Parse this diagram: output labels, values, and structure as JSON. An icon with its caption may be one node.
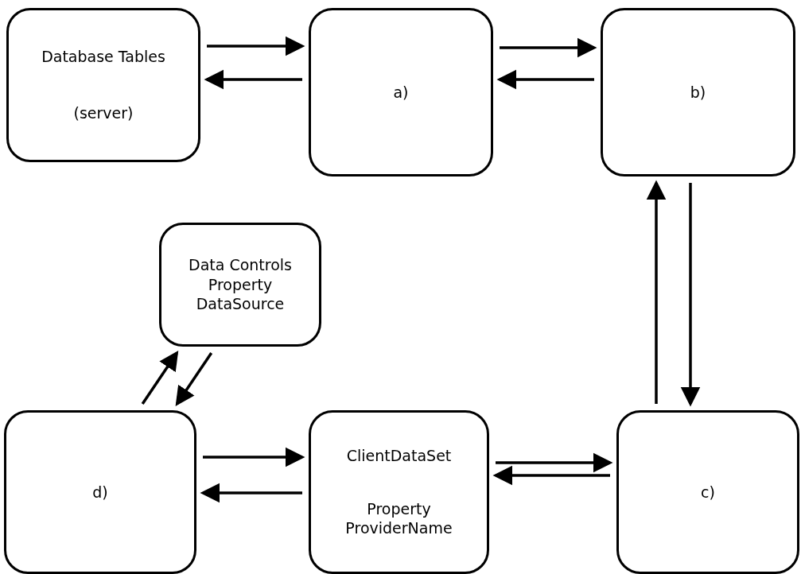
{
  "diagram": {
    "nodes": [
      {
        "text": [
          "Database Tables",
          "(server)"
        ]
      },
      {
        "text": [
          "a)"
        ]
      },
      {
        "text": [
          "b)"
        ]
      },
      {
        "text": [
          "Data Controls Property DataSource"
        ]
      },
      {
        "text": [
          "d)"
        ]
      },
      {
        "text": [
          "ClientDataSet",
          "Property ProviderName"
        ]
      },
      {
        "text": [
          "c)"
        ]
      }
    ],
    "edges": [
      {
        "from": 0,
        "to": 1,
        "arrow": "to"
      },
      {
        "from": 1,
        "to": 0,
        "arrow": "to"
      },
      {
        "from": 1,
        "to": 2,
        "arrow": "to"
      },
      {
        "from": 2,
        "to": 1,
        "arrow": "to"
      },
      {
        "from": 6,
        "to": 2,
        "arrow": "to"
      },
      {
        "from": 2,
        "to": 6,
        "arrow": "to"
      },
      {
        "from": 4,
        "to": 3,
        "arrow": "to"
      },
      {
        "from": 3,
        "to": 4,
        "arrow": "to"
      },
      {
        "from": 4,
        "to": 5,
        "arrow": "to"
      },
      {
        "from": 5,
        "to": 4,
        "arrow": "to"
      },
      {
        "from": 5,
        "to": 6,
        "arrow": "to"
      },
      {
        "from": 6,
        "to": 5,
        "arrow": "to"
      }
    ]
  }
}
